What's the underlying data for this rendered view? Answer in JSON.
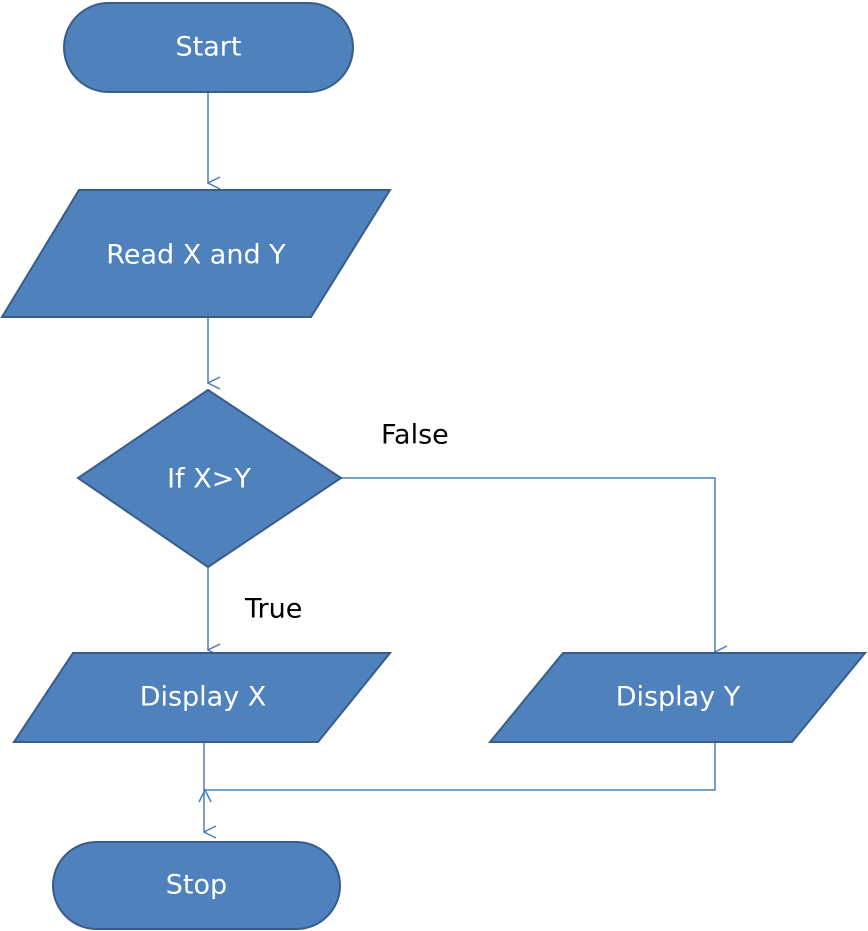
{
  "diagram": {
    "type": "flowchart",
    "nodes": {
      "start": {
        "shape": "terminator",
        "label": "Start"
      },
      "read": {
        "shape": "input-output",
        "label": "Read X and Y"
      },
      "decision": {
        "shape": "decision",
        "label": "If X>Y"
      },
      "display_x": {
        "shape": "input-output",
        "label": "Display X"
      },
      "display_y": {
        "shape": "input-output",
        "label": "Display Y"
      },
      "stop": {
        "shape": "terminator",
        "label": "Stop"
      }
    },
    "edges": {
      "start_to_read": {
        "from": "start",
        "to": "read",
        "label": ""
      },
      "read_to_decision": {
        "from": "read",
        "to": "decision",
        "label": ""
      },
      "decision_true": {
        "from": "decision",
        "to": "display_x",
        "label": "True"
      },
      "decision_false": {
        "from": "decision",
        "to": "display_y",
        "label": "False"
      },
      "x_to_stop": {
        "from": "display_x",
        "to": "stop",
        "label": ""
      },
      "y_to_stop": {
        "from": "display_y",
        "to": "stop",
        "label": ""
      }
    },
    "colors": {
      "shape_fill": "#4f81bd",
      "shape_border": "#385d8a",
      "connector": "#4a7ebb",
      "node_text": "#ffffff",
      "edge_text": "#000000",
      "background": "#ffffff"
    }
  }
}
